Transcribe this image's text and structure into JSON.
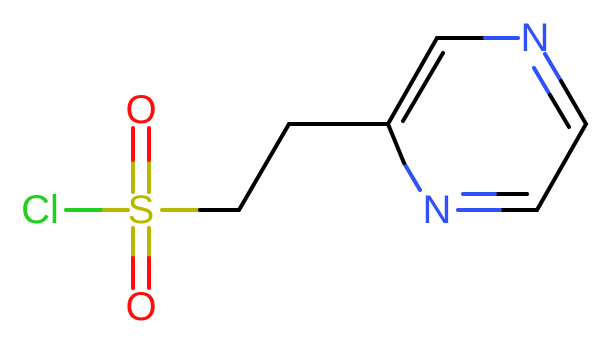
{
  "molecule": {
    "atoms": {
      "cl": {
        "label": "Cl",
        "color": "#1fd01f"
      },
      "s": {
        "label": "S",
        "color": "#b8b800"
      },
      "o_top": {
        "label": "O",
        "color": "#ff0d0d"
      },
      "o_bottom": {
        "label": "O",
        "color": "#ff0d0d"
      },
      "n_top": {
        "label": "N",
        "color": "#3050f8"
      },
      "n_bottom": {
        "label": "N",
        "color": "#3050f8"
      }
    },
    "bond_color": "#000000"
  }
}
